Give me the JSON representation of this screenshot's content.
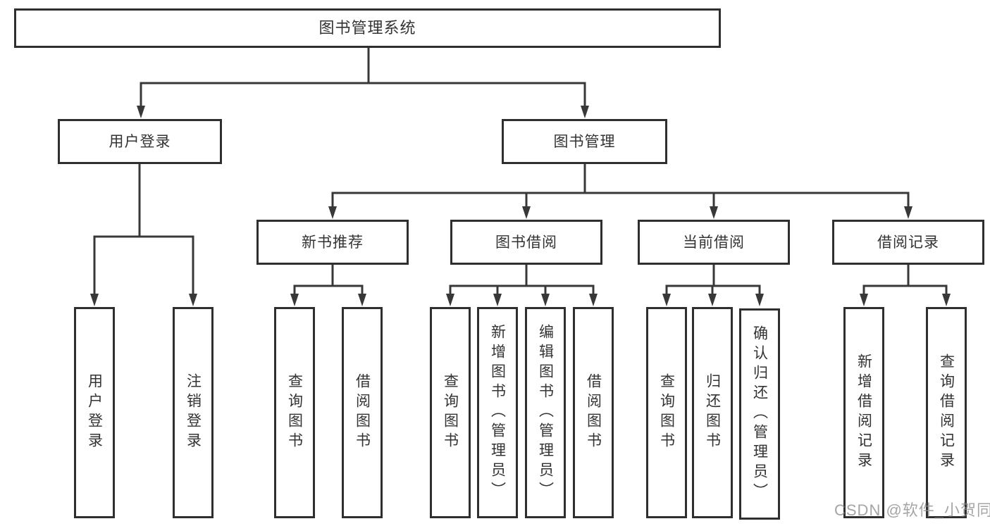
{
  "colors": {
    "line": "#383838",
    "box_border": "#2f2f2f",
    "box_fill": "#ffffff",
    "text": "#333333",
    "watermark": "#8c8c8c",
    "background": "#ffffff"
  },
  "watermark": {
    "text": "CSDN @软件_小贺同学"
  },
  "tree": {
    "root": {
      "label": "图书管理系统",
      "children": [
        {
          "label": "用户登录",
          "children": [
            {
              "label": "用户登录"
            },
            {
              "label": "注销登录"
            }
          ]
        },
        {
          "label": "图书管理",
          "children": [
            {
              "label": "新书推荐",
              "children": [
                {
                  "label": "查询图书"
                },
                {
                  "label": "借阅图书"
                }
              ]
            },
            {
              "label": "图书借阅",
              "children": [
                {
                  "label": "查询图书"
                },
                {
                  "label": "新增图书（管理员）"
                },
                {
                  "label": "编辑图书（管理员）"
                },
                {
                  "label": "借阅图书"
                }
              ]
            },
            {
              "label": "当前借阅",
              "children": [
                {
                  "label": "查询图书"
                },
                {
                  "label": "归还图书"
                },
                {
                  "label": "确认归还（管理员）"
                }
              ]
            },
            {
              "label": "借阅记录",
              "children": [
                {
                  "label": "新增借阅记录"
                },
                {
                  "label": "查询借阅记录"
                }
              ]
            }
          ]
        }
      ]
    }
  }
}
